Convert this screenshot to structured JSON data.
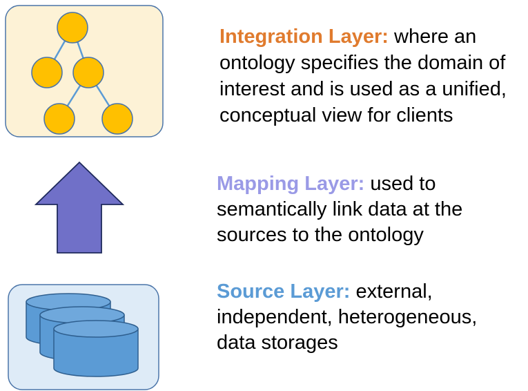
{
  "layers": {
    "integration": {
      "title": "Integration Layer:",
      "description": " where an ontology specifies the domain of interest and is used as a unified, conceptual view for clients",
      "title_color": "#E07B2E",
      "box_fill": "#FDF2D6",
      "node_color": "#FFC000"
    },
    "mapping": {
      "title": "Mapping Layer:",
      "description": " used to semantically link data at the sources to the ontology",
      "title_color": "#9A9AE6",
      "arrow_color": "#7070C8"
    },
    "source": {
      "title": "Source Layer:",
      "description": " external, independent, heterogeneous, data storages",
      "title_color": "#5B9BD5",
      "box_fill": "#DEEBF7",
      "db_color": "#5B9BD5"
    }
  },
  "icons": [
    "ontology-tree-icon",
    "up-arrow-icon",
    "database-stack-icon"
  ]
}
